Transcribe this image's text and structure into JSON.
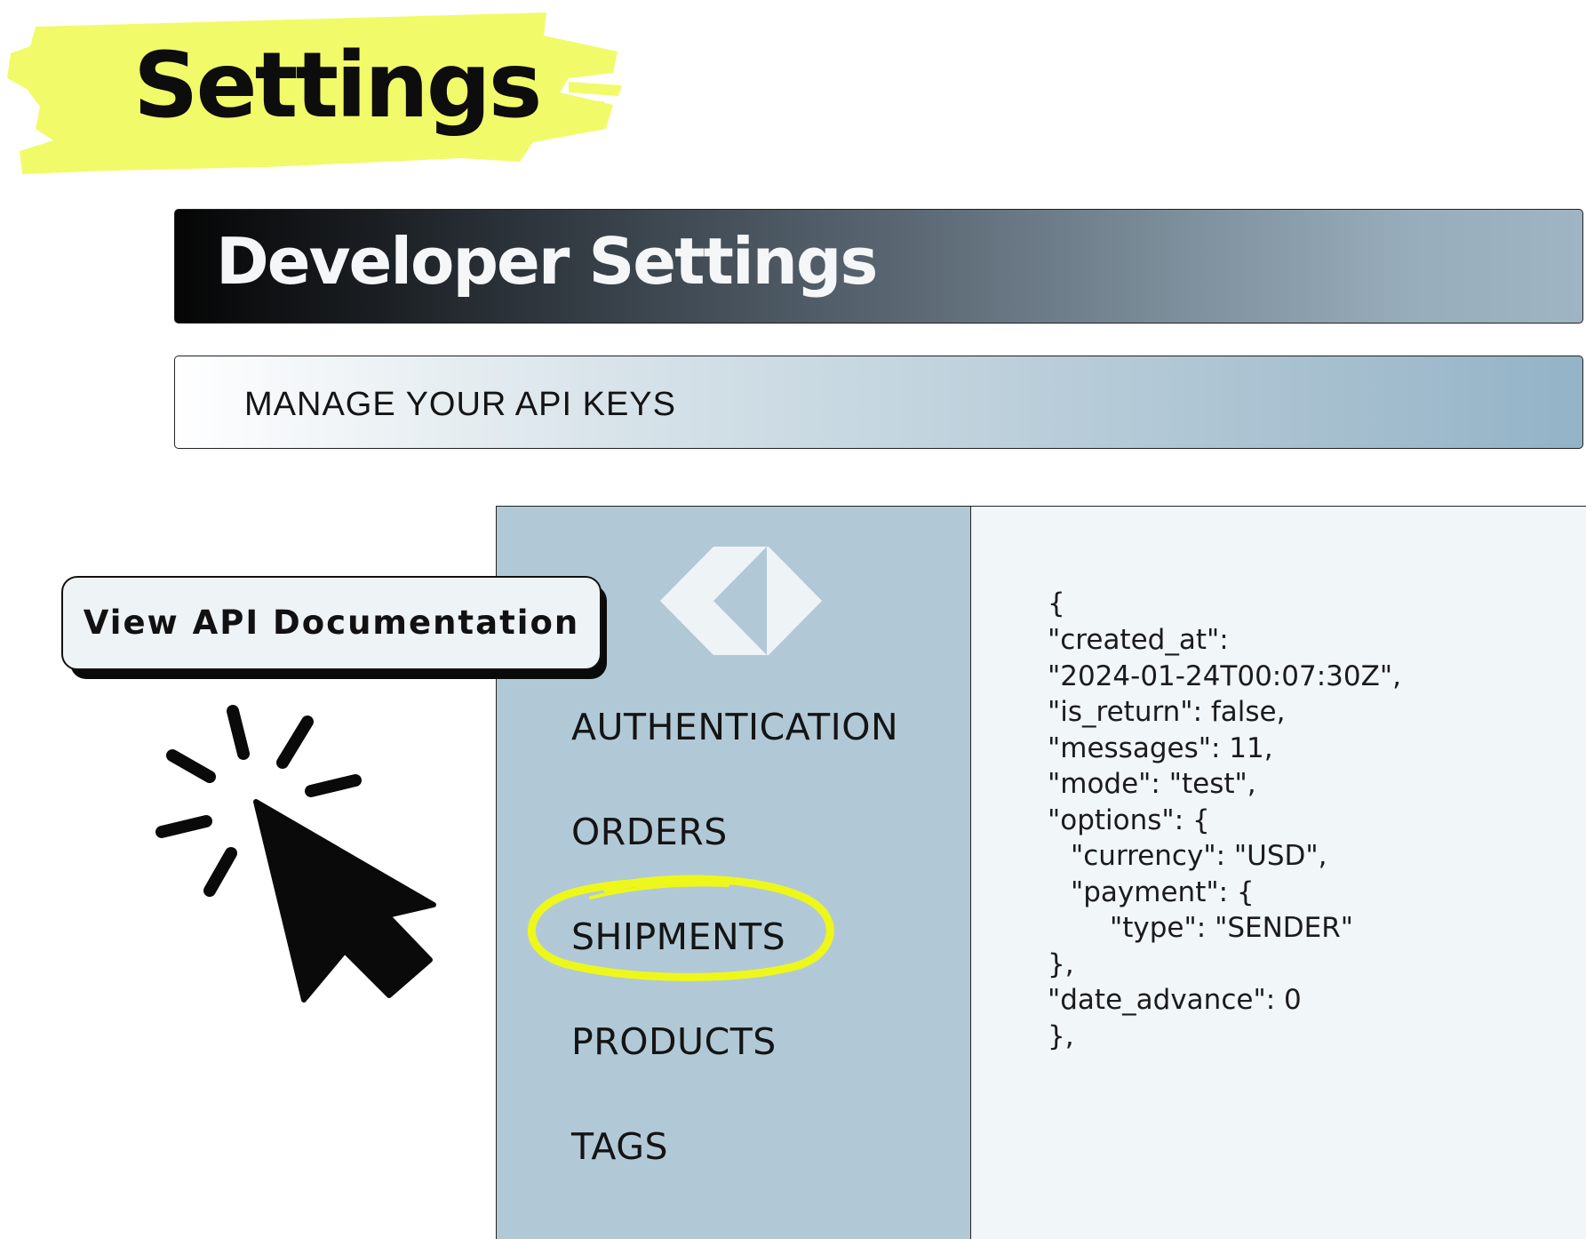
{
  "page": {
    "title": "Settings",
    "highlight_color": "#f1fb6a"
  },
  "developer_banner": {
    "title": "Developer Settings"
  },
  "api_keys_bar": {
    "label": "MANAGE YOUR API KEYS"
  },
  "documentation_button": {
    "label": "View API Documentation"
  },
  "navigation": {
    "logo_icon": "diamond-logo-icon",
    "items": [
      {
        "label": "AUTHENTICATION"
      },
      {
        "label": "ORDERS"
      },
      {
        "label": "SHIPMENTS",
        "highlighted": true
      },
      {
        "label": "PRODUCTS"
      },
      {
        "label": "TAGS"
      }
    ]
  },
  "code_sample": {
    "lines": [
      "{",
      "\"created_at\":",
      "\"2024-01-24T00:07:30Z\",",
      "\"is_return\": false,",
      "\"messages\": 11,",
      "\"mode\": \"test\",",
      "\"options\": {",
      "\"currency\": \"USD\",",
      "\"payment\": {",
      "\"type\": \"SENDER\"",
      "},",
      "\"date_advance\": 0",
      "},"
    ]
  },
  "colors": {
    "nav_panel_bg": "#b1c9d7",
    "code_panel_bg": "#f1f6f8",
    "circle_highlight": "#eef71a"
  }
}
